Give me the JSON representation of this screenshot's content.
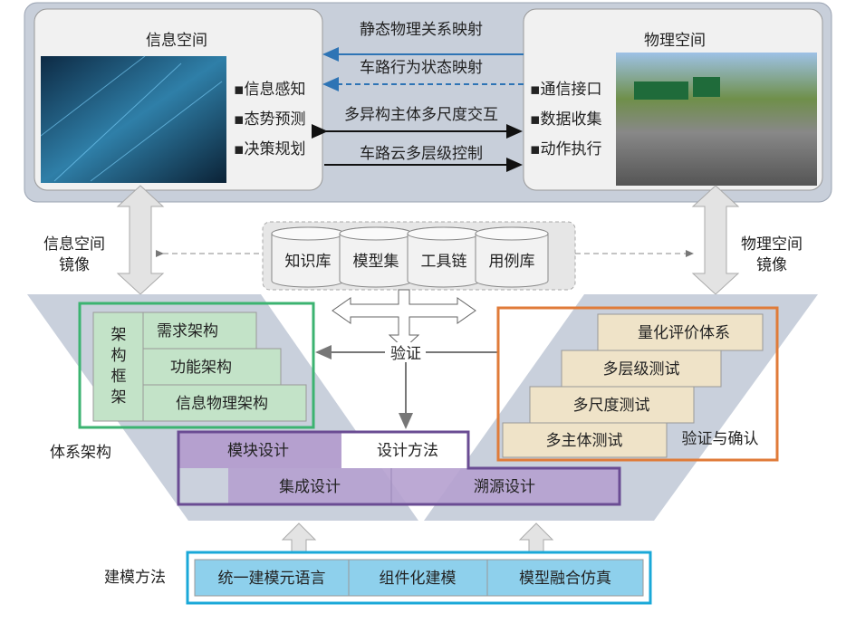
{
  "info_space": {
    "title": "信息空间",
    "items": [
      "信息感知",
      "态势预测",
      "决策规划"
    ]
  },
  "physical_space": {
    "title": "物理空间",
    "items": [
      "通信接口",
      "数据收集",
      "动作执行"
    ]
  },
  "mappings": [
    "静态物理关系映射",
    "车路行为状态映射",
    "多异构主体多尺度交互",
    "车路云多层级控制"
  ],
  "mirror_left": [
    "信息空间",
    "镜像"
  ],
  "mirror_right": [
    "物理空间",
    "镜像"
  ],
  "databases": [
    "知识库",
    "模型集",
    "工具链",
    "用例库"
  ],
  "verify_label": "验证",
  "architecture": {
    "frame_label": [
      "架",
      "构",
      "框",
      "架"
    ],
    "layers": [
      "需求架构",
      "功能架构",
      "信息物理架构"
    ],
    "caption": "体系架构"
  },
  "validation": {
    "steps": [
      "量化评价体系",
      "多层级测试",
      "多尺度测试",
      "多主体测试"
    ],
    "caption": "验证与确认"
  },
  "design": {
    "title": "设计方法",
    "items": [
      "模块设计",
      "集成设计",
      "溯源设计"
    ]
  },
  "modeling": {
    "caption": "建模方法",
    "items": [
      "统一建模元语言",
      "组件化建模",
      "模型融合仿真"
    ]
  },
  "colors": {
    "blue_arrow": "#2e74b5",
    "green": "#3cb371",
    "orange": "#e07b39",
    "purple": "#6a4c93",
    "cyan": "#1aa8d8"
  }
}
